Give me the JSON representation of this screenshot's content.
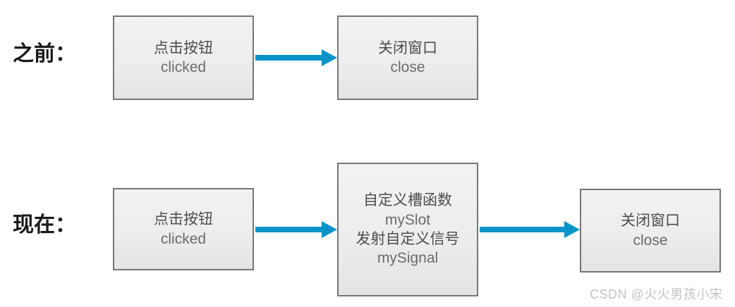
{
  "diagram": {
    "title_colors": {
      "arrow": "#0a93c8",
      "box_border": "#767676",
      "box_fill": "#ededed",
      "label_text": "#1a1a1a",
      "box_text": "#555555",
      "watermark": "#c3c3c3"
    },
    "rows": [
      {
        "id": "before",
        "label": "之前：",
        "nodes": [
          {
            "id": "before-click-button",
            "cn": "点击按钮",
            "en": "clicked"
          },
          {
            "id": "before-close-window",
            "cn": "关闭窗口",
            "en": "close"
          }
        ],
        "arrows": [
          {
            "id": "before-arrow-1",
            "from": "before-click-button",
            "to": "before-close-window"
          }
        ]
      },
      {
        "id": "now",
        "label": "现在：",
        "nodes": [
          {
            "id": "now-click-button",
            "cn": "点击按钮",
            "en": "clicked"
          },
          {
            "id": "now-custom-slot",
            "cn": "自定义槽函数",
            "en": "mySlot",
            "cn2": "发射自定义信号",
            "en2": "mySignal"
          },
          {
            "id": "now-close-window",
            "cn": "关闭窗口",
            "en": "close"
          }
        ],
        "arrows": [
          {
            "id": "now-arrow-1",
            "from": "now-click-button",
            "to": "now-custom-slot"
          },
          {
            "id": "now-arrow-2",
            "from": "now-custom-slot",
            "to": "now-close-window"
          }
        ]
      }
    ],
    "watermark": "CSDN @火火男孩小宋"
  }
}
